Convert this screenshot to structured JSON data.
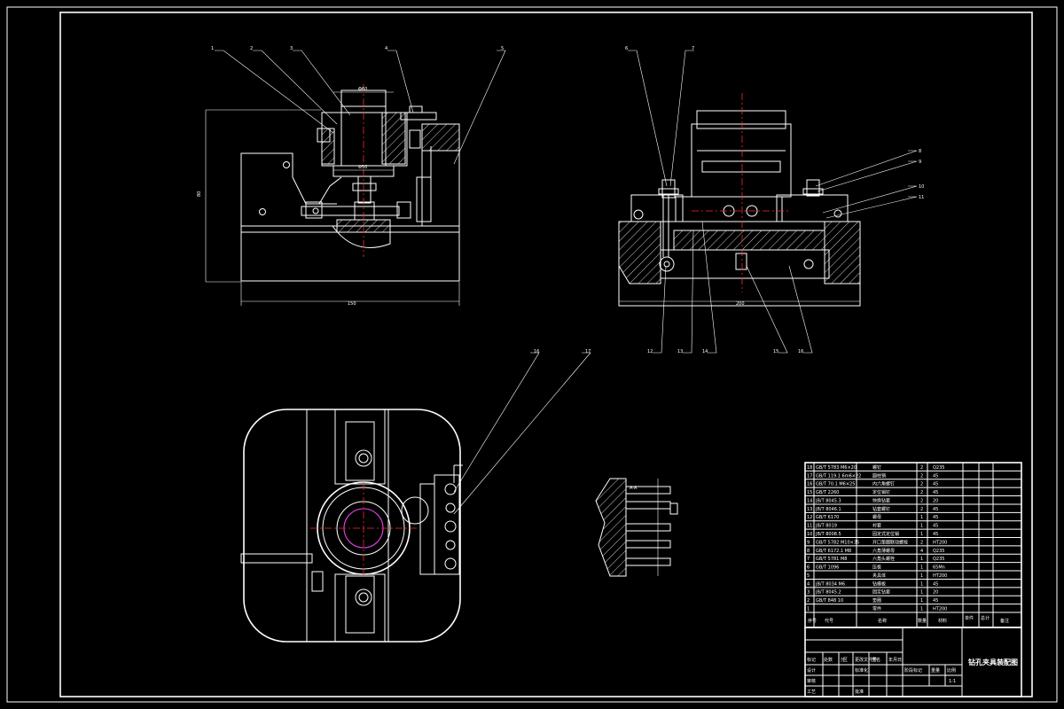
{
  "title_block": {
    "drawing_title": "钻孔夹具装配图",
    "scale": "1:1",
    "row_labels": [
      "标记",
      "处数",
      "分",
      "区",
      "更改文件号",
      "签名",
      "年月日"
    ],
    "design_label": "设计",
    "check_label": "审核",
    "process_label": "工艺",
    "standard_label": "标准化",
    "approve_label": "批准",
    "stage_label": "阶段标记",
    "weight_label": "重量",
    "scale_label": "比例"
  },
  "bom": {
    "header": [
      "序号",
      "代号",
      "名称",
      "数量",
      "材料",
      "单件",
      "总计",
      "备注"
    ],
    "rows": [
      {
        "no": "18",
        "code": "GB/T 5783 M6×20",
        "name": "螺钉",
        "qty": "2",
        "mat": "Q235"
      },
      {
        "no": "17",
        "code": "GB/T 119.1 6m6×22",
        "name": "圆柱销",
        "qty": "2",
        "mat": "45"
      },
      {
        "no": "16",
        "code": "GB/T 70.1 M6×25",
        "name": "内六角螺钉",
        "qty": "2",
        "mat": "45"
      },
      {
        "no": "15",
        "code": "GB/T 2260",
        "name": "定位销钉",
        "qty": "2",
        "mat": "45"
      },
      {
        "no": "14",
        "code": "JB/T 8045.3",
        "name": "快换钻套",
        "qty": "2",
        "mat": "20"
      },
      {
        "no": "13",
        "code": "JB/T 8046.1",
        "name": "钻套螺钉",
        "qty": "2",
        "mat": "45"
      },
      {
        "no": "12",
        "code": "GB/T 6170",
        "name": "螺母",
        "qty": "1",
        "mat": "45"
      },
      {
        "no": "11",
        "code": "JB/T 8019",
        "name": "衬套",
        "qty": "1",
        "mat": "45"
      },
      {
        "no": "10",
        "code": "JB/T 8008.5",
        "name": "固定式定位销",
        "qty": "1",
        "mat": "45"
      },
      {
        "no": "9",
        "code": "GB/T 5782 M10×35",
        "name": "开口垫圈联动螺栓",
        "qty": "2",
        "mat": "HT200"
      },
      {
        "no": "8",
        "code": "GB/T 6172.1 M8",
        "name": "六角薄螺母",
        "qty": "4",
        "mat": "Q235"
      },
      {
        "no": "7",
        "code": "GB/T 5781 M8",
        "name": "六角头螺栓",
        "qty": "1",
        "mat": "Q235"
      },
      {
        "no": "6",
        "code": "GB/T 1096",
        "name": "压板",
        "qty": "1",
        "mat": "65Mn"
      },
      {
        "no": "5",
        "code": "",
        "name": "夹具体",
        "qty": "1",
        "mat": "HT200"
      },
      {
        "no": "4",
        "code": "JB/T 8034 M6",
        "name": "钻模板",
        "qty": "1",
        "mat": "45"
      },
      {
        "no": "3",
        "code": "JB/T 8045.2",
        "name": "固定钻套",
        "qty": "1",
        "mat": "20"
      },
      {
        "no": "2",
        "code": "GB/T 848 10",
        "name": "垫圈",
        "qty": "1",
        "mat": "45"
      },
      {
        "no": "1",
        "code": "",
        "name": "零件",
        "qty": "1",
        "mat": "HT200"
      }
    ]
  },
  "leaders": {
    "front": [
      "1",
      "2",
      "3",
      "4",
      "5"
    ],
    "side_top": [
      "6",
      "7"
    ],
    "side_right": [
      "8",
      "9",
      "10",
      "11"
    ],
    "side_bottom": [
      "12",
      "13",
      "14",
      "15",
      "16"
    ],
    "plan": [
      "16",
      "17"
    ]
  },
  "dimensions": {
    "front_width": "150",
    "front_height": "80",
    "side_width": "200",
    "diameter_top": "Φ60",
    "diameter_bottom": "Φ50",
    "detail_label": "A-A"
  }
}
